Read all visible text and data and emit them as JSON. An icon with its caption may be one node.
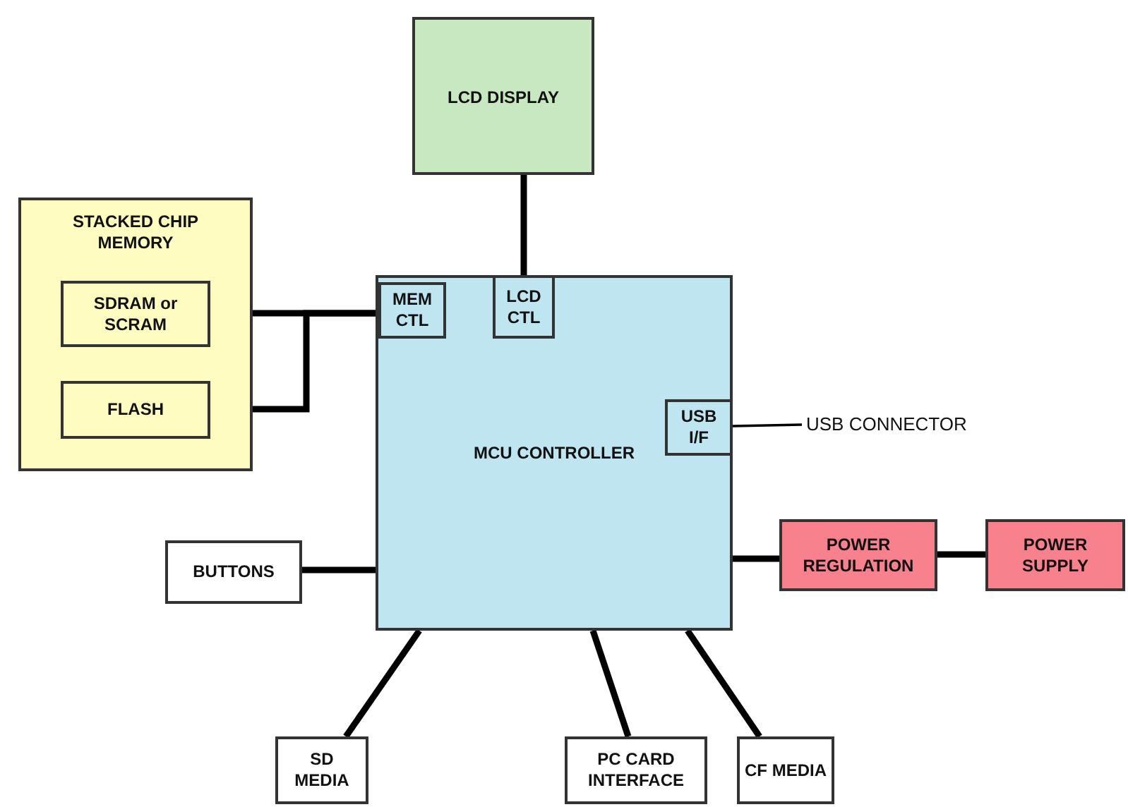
{
  "diagram": {
    "nodes": [
      {
        "text": [
          "LCD DISPLAY"
        ]
      },
      {
        "text": [
          "STACKED CHIP MEMORY"
        ]
      },
      {
        "text": [
          "SDRAM or SCRAM"
        ],
        "in": 1
      },
      {
        "text": [
          "FLASH"
        ],
        "in": 1
      },
      {
        "text": [
          "MCU CONTROLLER"
        ]
      },
      {
        "text": [
          "MEM CTL"
        ],
        "in": 4
      },
      {
        "text": [
          "LCD CTL"
        ],
        "in": 4
      },
      {
        "text": [
          "USB I/F"
        ],
        "in": 4
      },
      {
        "text": [
          "USB CONNECTOR"
        ]
      },
      {
        "text": [
          "POWER REGULATION"
        ]
      },
      {
        "text": [
          "POWER SUPPLY"
        ]
      },
      {
        "text": [
          "BUTTONS"
        ]
      },
      {
        "text": [
          "SD MEDIA"
        ]
      },
      {
        "text": [
          "PC CARD INTERFACE"
        ]
      },
      {
        "text": [
          "CF MEDIA"
        ]
      }
    ],
    "edges": [
      {
        "from": 0,
        "to": 6,
        "arrow": "none"
      },
      {
        "from": 2,
        "to": 5,
        "arrow": "none"
      },
      {
        "from": 3,
        "to": 5,
        "arrow": "none"
      },
      {
        "from": 7,
        "to": 8,
        "arrow": "none"
      },
      {
        "from": 4,
        "to": 9,
        "arrow": "none"
      },
      {
        "from": 9,
        "to": 10,
        "arrow": "none"
      },
      {
        "from": 11,
        "to": 4,
        "arrow": "none"
      },
      {
        "from": 4,
        "to": 12,
        "arrow": "none"
      },
      {
        "from": 4,
        "to": 13,
        "arrow": "none"
      },
      {
        "from": 4,
        "to": 14,
        "arrow": "none"
      }
    ]
  }
}
